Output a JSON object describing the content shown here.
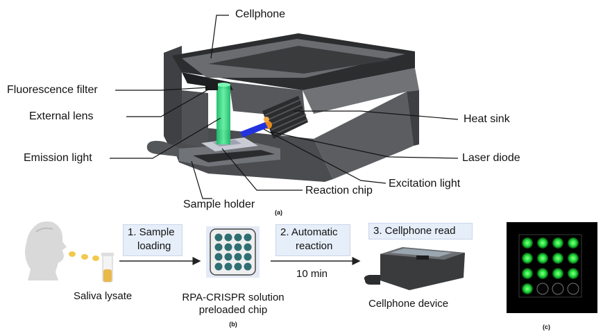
{
  "panel_a": {
    "labels": {
      "cellphone": "Cellphone",
      "fluorescence_filter": "Fluorescence filter",
      "external_lens": "External lens",
      "emission_light": "Emission light",
      "heat_sink": "Heat sink",
      "laser_diode": "Laser diode",
      "excitation_light": "Excitation light",
      "reaction_chip": "Reaction chip",
      "sample_holder": "Sample holder"
    },
    "tag": "(a)"
  },
  "panel_b": {
    "step1_line1": "1. Sample",
    "step1_line2": "loading",
    "step2_line1": "2. Automatic",
    "step2_line2": "reaction",
    "step3": "3. Cellphone read",
    "time": "10 min",
    "saliva_label": "Saliva lysate",
    "chip_label_line1": "RPA-CRISPR solution",
    "chip_label_line2": "preloaded chip",
    "device_label": "Cellphone device",
    "tag": "(b)"
  },
  "panel_c": {
    "tag": "(c)",
    "well_states": [
      "on",
      "on",
      "on",
      "on",
      "on",
      "on",
      "on",
      "on",
      "on",
      "on",
      "on",
      "on",
      "on",
      "off",
      "off",
      "off"
    ]
  },
  "colors": {
    "device_gray": "#5b5d60",
    "emission_green": "#3ddc84",
    "excitation_blue": "#2233dd",
    "laser_orange": "#e8891a",
    "step_box": "#e6eef9",
    "chip_well": "#2f6f73",
    "fluor_green": "#2ef04a"
  }
}
